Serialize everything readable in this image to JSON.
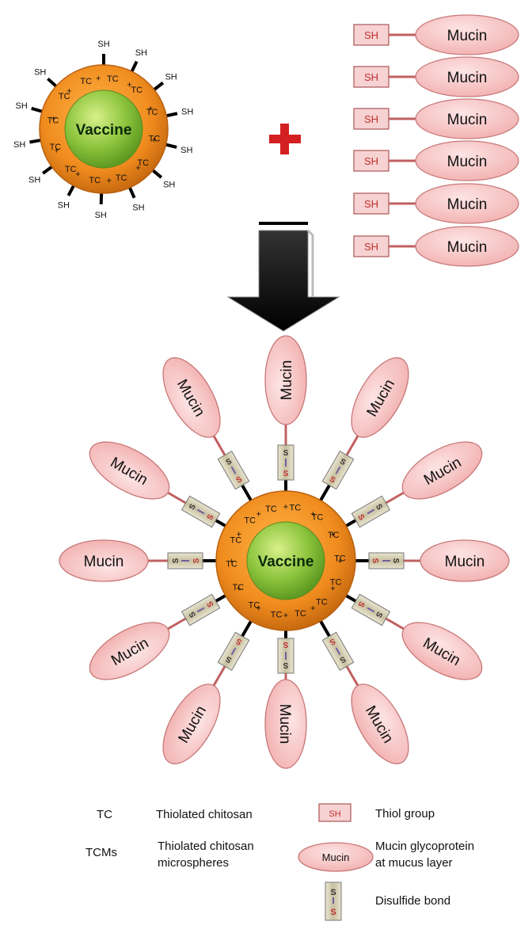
{
  "core_label": "Vaccine",
  "mucin_label": "Mucin",
  "sh_label": "SH",
  "tc_label": "TC",
  "plus": "+",
  "s_label": "S",
  "legend": {
    "tc_abbr": "TC",
    "tc_desc": "Thiolated chitosan",
    "tcms_abbr": "TCMs",
    "tcms_desc_1": "Thiolated chitosan",
    "tcms_desc_2": "microspheres",
    "sh_desc": "Thiol group",
    "mucin_desc_1": "Mucin glycoprotein",
    "mucin_desc_2": "at mucus layer",
    "disulfide_desc": "Disulfide bond"
  },
  "colors": {
    "orange": "#f08c1e",
    "green": "#8cc43c",
    "pink": "#f5c0c0",
    "pink_stroke": "#c87878",
    "sh_red": "#c03030",
    "link": "#c06060",
    "plus_red": "#d42020"
  }
}
